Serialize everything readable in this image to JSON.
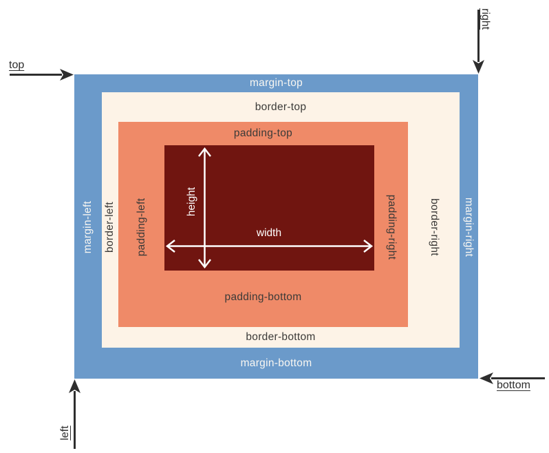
{
  "diagram": {
    "type": "css-box-model",
    "colors": {
      "margin": "#6b9aca",
      "border": "#fdf3e7",
      "padding": "#ef8a68",
      "content": "#701510",
      "label_dark": "#3b3a38",
      "label_light": "#f9f7f2",
      "arrow_external": "#2e2e2e",
      "arrow_internal": "#ffffff",
      "background": "#ffffff"
    },
    "margin": {
      "top": "margin-top",
      "bottom": "margin-bottom",
      "left": "margin-left",
      "right": "margin-right"
    },
    "border": {
      "top": "border-top",
      "bottom": "border-bottom",
      "left": "border-left",
      "right": "border-right"
    },
    "padding": {
      "top": "padding-top",
      "bottom": "padding-bottom",
      "left": "padding-left",
      "right": "padding-right"
    },
    "content": {
      "width": "width",
      "height": "height"
    },
    "offsets": {
      "top": "top",
      "right": "right",
      "bottom": "bottom",
      "left": "left"
    }
  }
}
